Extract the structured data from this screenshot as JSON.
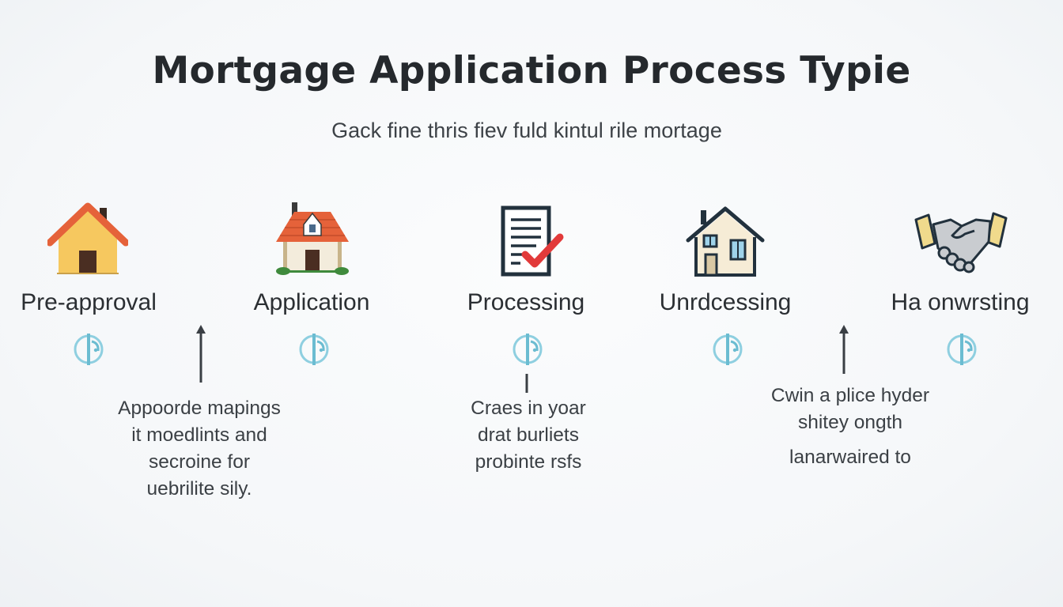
{
  "title": "Mortgage Application Process Typie",
  "subtitle": "Gack fine thris fiev fuld kintul rile mortage",
  "steps": [
    {
      "label": "Pre-approval",
      "icon": "house-icon"
    },
    {
      "label": "Application",
      "icon": "house-with-chimney-icon"
    },
    {
      "label": "Processing",
      "icon": "checklist-document-icon"
    },
    {
      "label": "Unrdcessing",
      "icon": "outline-house-icon"
    },
    {
      "label": "Ha onwrsting",
      "icon": "handshake-icon"
    }
  ],
  "descriptions": {
    "left": [
      "Appoorde mapings",
      "it moedlints and",
      "secroine for",
      "uebrilite sily."
    ],
    "middle": [
      "Craes in yoar",
      "drat burliets",
      "probinte rsfs"
    ],
    "right": [
      "Cwin a plice hyder",
      "shitey ongth",
      "lanarwaired to"
    ]
  },
  "colors": {
    "marker": "#8ecfe0",
    "marker_line": "#6bbcd1",
    "check": "#e23a3a",
    "roof": "#e5623a",
    "wall": "#f6c85f"
  }
}
